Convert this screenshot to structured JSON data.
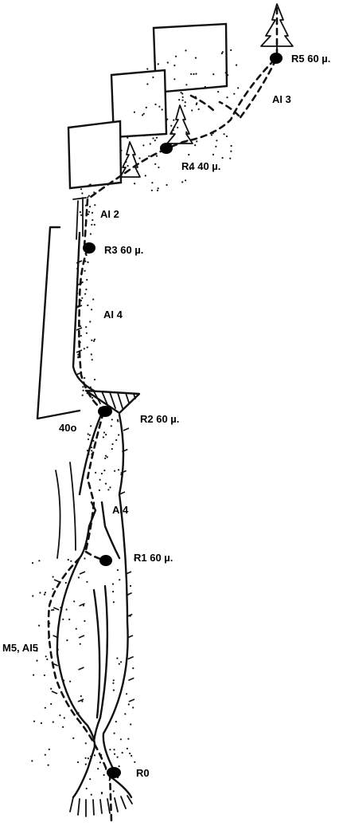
{
  "topo": {
    "belays": [
      {
        "id": "r5",
        "label": "R5 60 µ."
      },
      {
        "id": "r4",
        "label": "R4 40 µ."
      },
      {
        "id": "r3",
        "label": "R3 60 µ."
      },
      {
        "id": "r2",
        "label": "R2 60 µ."
      },
      {
        "id": "r1",
        "label": "R1 60 µ."
      },
      {
        "id": "r0",
        "label": "R0"
      }
    ],
    "pitch_grades": {
      "p5": "AI 3",
      "p4": "AI 2",
      "p3": "AI 4",
      "p2": "AI4",
      "p1": "M5, AI5"
    },
    "angle_label": "40o"
  }
}
